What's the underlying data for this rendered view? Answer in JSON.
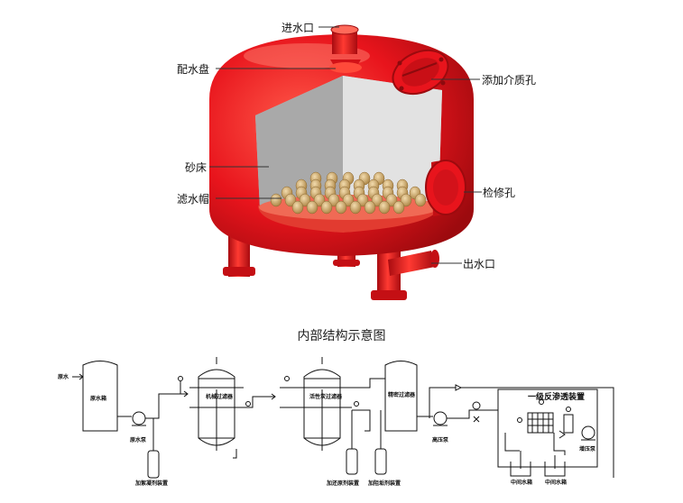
{
  "labels": {
    "inlet": "进水口",
    "distributor": "配水盘",
    "media_hole": "添加介质孔",
    "sand_bed": "砂床",
    "nozzle": "滤水帽",
    "manhole": "检修孔",
    "outlet": "出水口"
  },
  "caption": "内部结构示意图",
  "flow": {
    "raw_water": "原水",
    "raw_tank": "原水箱",
    "raw_pump": "原水泵",
    "coagulant": "加絮凝剂装置",
    "multimedia": "机械过滤器",
    "carbon": "活性炭过滤器",
    "precision": "精密过滤器",
    "ro_unit": "一级反渗透装置",
    "hp_pump": "高压泵",
    "reducer": "加还原剂装置",
    "scale": "加阻垢剂装置",
    "booster": "增压泵",
    "inter_tank1": "中间水箱",
    "inter_tank2": "中间水箱"
  },
  "colors": {
    "vessel": "#e8141c",
    "vessel_dark": "#b80d12",
    "interior": "#d9d9d9",
    "nozzle": "#c9a36a"
  }
}
